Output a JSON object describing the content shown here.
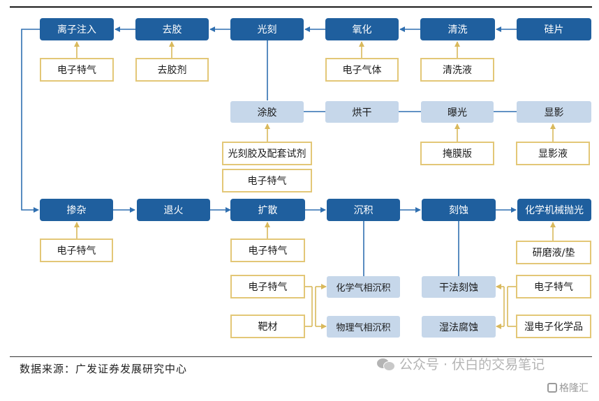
{
  "process_steps": {
    "wafer": "硅片",
    "cleaning": "清洗",
    "oxidation": "氧化",
    "lithography": "光刻",
    "strip": "去胶",
    "ion_implant": "离子注入",
    "doping": "掺杂",
    "anneal": "退火",
    "diffusion": "扩散",
    "deposition": "沉积",
    "etching": "刻蚀",
    "cmp": "化学机械抛光"
  },
  "litho_steps": {
    "coating": "涂胶",
    "baking": "烘干",
    "exposure": "曝光",
    "developing": "显影"
  },
  "sub_processes": {
    "cvd": "化学气相沉积",
    "pvd": "物理气相沉积",
    "dry_etch": "干法刻蚀",
    "wet_etch": "湿法腐蚀"
  },
  "materials": {
    "ion_implant_gas": "电子特气",
    "stripper": "去胶剂",
    "oxidation_gas": "电子气体",
    "cleaning_fluid": "清洗液",
    "photoresist": "光刻胶及配套试剂",
    "litho_gas": "电子特气",
    "mask": "掩膜版",
    "developer": "显影液",
    "doping_gas": "电子特气",
    "diffusion_gas": "电子特气",
    "slurry_pad": "研磨液/垫",
    "deposition_gas": "电子特气",
    "target": "靶材",
    "etch_gas": "电子特气",
    "wet_chem": "湿电子化学品"
  },
  "footer": {
    "source": "数据来源：广发证券发展研究中心",
    "watermark": "公众号 · 伏白的交易笔记",
    "logo": "格隆汇"
  },
  "colors": {
    "process": "#1f5f9e",
    "light_step": "#c6d7ea",
    "material_border": "#e3c777",
    "arrow": "#2f6fb0"
  }
}
